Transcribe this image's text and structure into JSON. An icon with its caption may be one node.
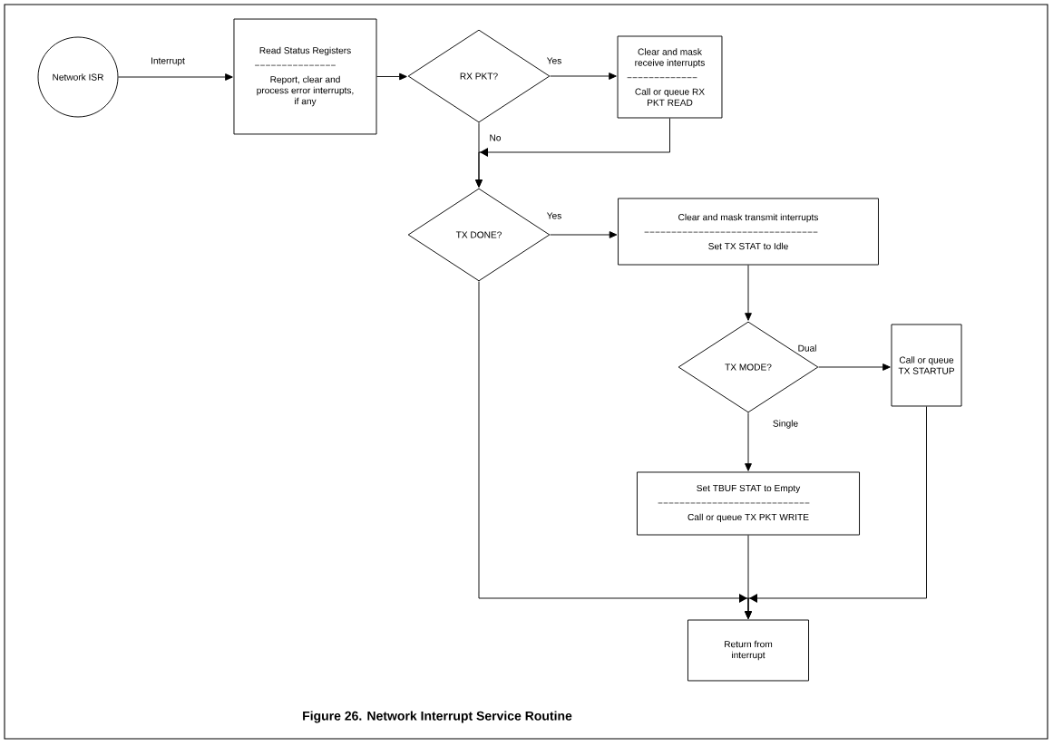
{
  "diagram": {
    "caption": "Figure 26. Network Interrupt Service Routine",
    "nodes": [
      {
        "text": [
          "Network ISR"
        ]
      },
      {
        "text": [
          "Read Status Registers",
          "Report, clear and process error interrupts, if any"
        ]
      },
      {
        "text": [
          "RX PKT?"
        ]
      },
      {
        "text": [
          "Clear and mask receive interrupts",
          "Call or queue RX PKT READ"
        ]
      },
      {
        "text": [
          "TX DONE?"
        ]
      },
      {
        "text": [
          "Clear and mask transmit interrupts",
          "Set TX STAT to Idle"
        ]
      },
      {
        "text": [
          "TX MODE?"
        ]
      },
      {
        "text": [
          "Call or queue TX STARTUP"
        ]
      },
      {
        "text": [
          "Set TBUF STAT to Empty",
          "Call or queue TX PKT WRITE"
        ]
      },
      {
        "text": [
          "Return from interrupt"
        ]
      }
    ],
    "edges": [
      {
        "from": 0,
        "to": 1,
        "arrow": "to",
        "label": "Interrupt"
      },
      {
        "from": 1,
        "to": 2,
        "arrow": "to"
      },
      {
        "from": 2,
        "to": 3,
        "arrow": "to",
        "label": "Yes"
      },
      {
        "from": 2,
        "to": 4,
        "arrow": "to",
        "label": "No"
      },
      {
        "from": 3,
        "to": 4,
        "arrow": "to"
      },
      {
        "from": 4,
        "to": 5,
        "arrow": "to",
        "label": "Yes"
      },
      {
        "from": 5,
        "to": 6,
        "arrow": "to"
      },
      {
        "from": 6,
        "to": 7,
        "arrow": "to",
        "label": "Dual"
      },
      {
        "from": 6,
        "to": 8,
        "arrow": "to",
        "label": "Single"
      },
      {
        "from": 4,
        "to": 9,
        "arrow": "to"
      },
      {
        "from": 8,
        "to": 9,
        "arrow": "to"
      },
      {
        "from": 7,
        "to": 9,
        "arrow": "to"
      }
    ]
  }
}
